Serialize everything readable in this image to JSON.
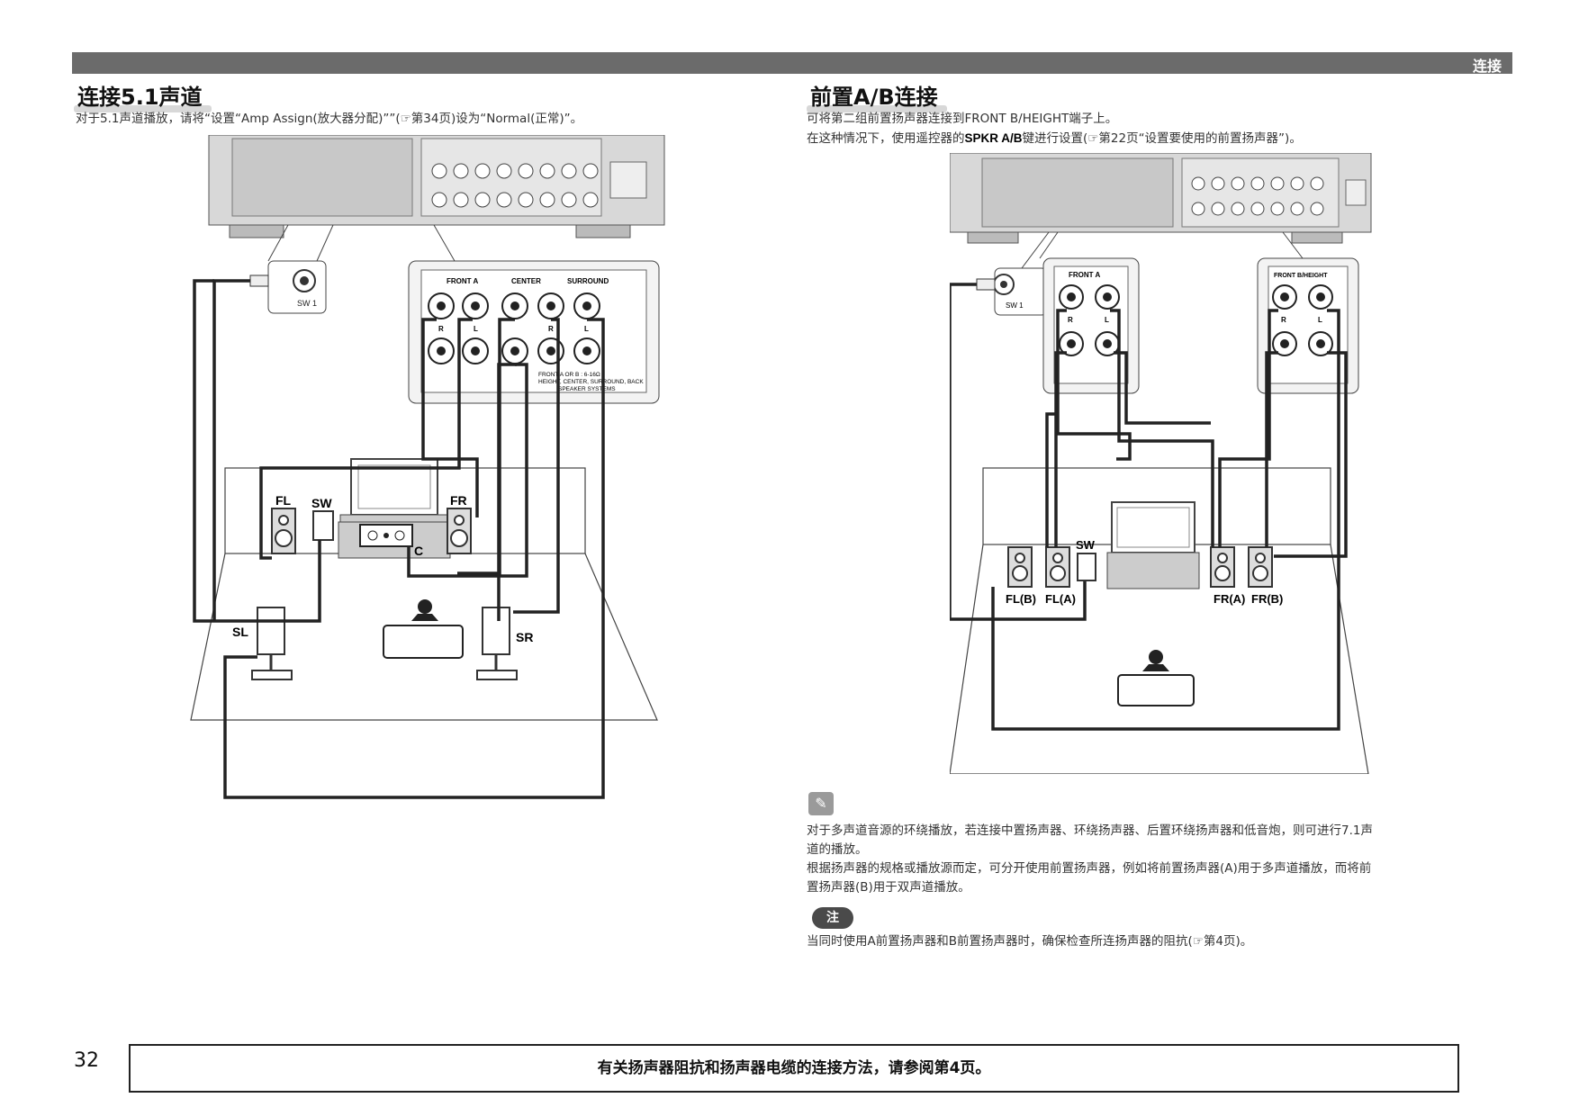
{
  "header": {
    "section_label": "连接"
  },
  "left_section": {
    "title": "连接5.1声道",
    "desc_pre": "对于5.1声道播放，请将“设置“Amp Assign(放大器分配)””(",
    "desc_ref": "☞",
    "desc_post": "第34页)设为“Normal(正常)”。",
    "diagram": {
      "panel_labels": [
        "FRONT A",
        "CENTER",
        "SURROUND"
      ],
      "panel_rl": [
        "R",
        "L",
        "R",
        "L"
      ],
      "panel_note_1": "FRONT A OR B : 6-16Ω",
      "panel_note_2": "HEIGHT, CENTER, SURROUND, BACK",
      "panel_note_3": "SPEAKER SYSTEMS",
      "sw_jack_label": "SW 1",
      "speaker_labels": {
        "fl": "FL",
        "sw": "SW",
        "fr": "FR",
        "c": "C",
        "sl": "SL",
        "sr": "SR"
      }
    }
  },
  "right_section": {
    "title": "前置A/B连接",
    "desc_line1": "可将第二组前置扬声器连接到FRONT B/HEIGHT端子上。",
    "desc_line2_pre": "在这种情况下，使用遥控器的",
    "desc_line2_bold": "SPKR A/B",
    "desc_line2_post": "键进行设置(☞第22页“设置要使用的前置扬声器”)。",
    "diagram": {
      "panel_a_label": "FRONT A",
      "panel_b_label": "FRONT B/HEIGHT",
      "panel_rl": [
        "R",
        "L"
      ],
      "sw_jack_label": "SW 1",
      "speaker_labels": {
        "sw": "SW",
        "flb": "FL(B)",
        "fla": "FL(A)",
        "fra": "FR(A)",
        "frb": "FR(B)"
      }
    },
    "note_line1": "对于多声道音源的环绕播放，若连接中置扬声器、环绕扬声器、后置环绕扬声器和低音炮，则可进行7.1声",
    "note_line2": "道的播放。",
    "note_line3": "根据扬声器的规格或播放源而定，可分开使用前置扬声器，例如将前置扬声器(A)用于多声道播放，而将前",
    "note_line4": "置扬声器(B)用于双声道播放。",
    "caution_badge": "注",
    "caution_text": "当同时使用A前置扬声器和B前置扬声器时，确保检查所连扬声器的阻抗(☞第4页)。"
  },
  "footer": {
    "page_number": "32",
    "note": "有关扬声器阻抗和扬声器电缆的连接方法，请参阅第4页。"
  },
  "icons": {
    "note_icon": "pencil-icon",
    "reference_icon": "hand-pointer-icon"
  }
}
